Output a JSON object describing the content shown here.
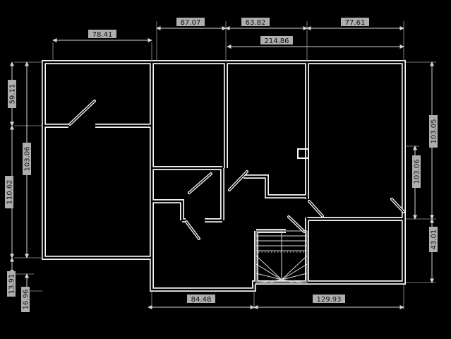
{
  "drawing": {
    "type": "floor-plan",
    "colors": {
      "background": "#000000",
      "wall_line": "#f5f5f5",
      "wall_core": "#000000",
      "dimension_line": "#d5d5d5",
      "extension_line": "#9a9a9a",
      "label_bg": "#aeaeae",
      "label_fg": "#101010"
    },
    "dimensions": {
      "top_left": "78.41",
      "top_seg1": "87.07",
      "top_seg2": "63.82",
      "top_seg3": "77.61",
      "top_total": "214.86",
      "left_upper": "59.11",
      "left_inner": "103.06",
      "left_lower": "110.62",
      "left_step1": "13.91",
      "left_step2": "16.96",
      "right_upper": "103.05",
      "right_inner": "103.06",
      "right_lower": "43.01",
      "bottom_left": "84.48",
      "bottom_right": "129.93"
    }
  }
}
